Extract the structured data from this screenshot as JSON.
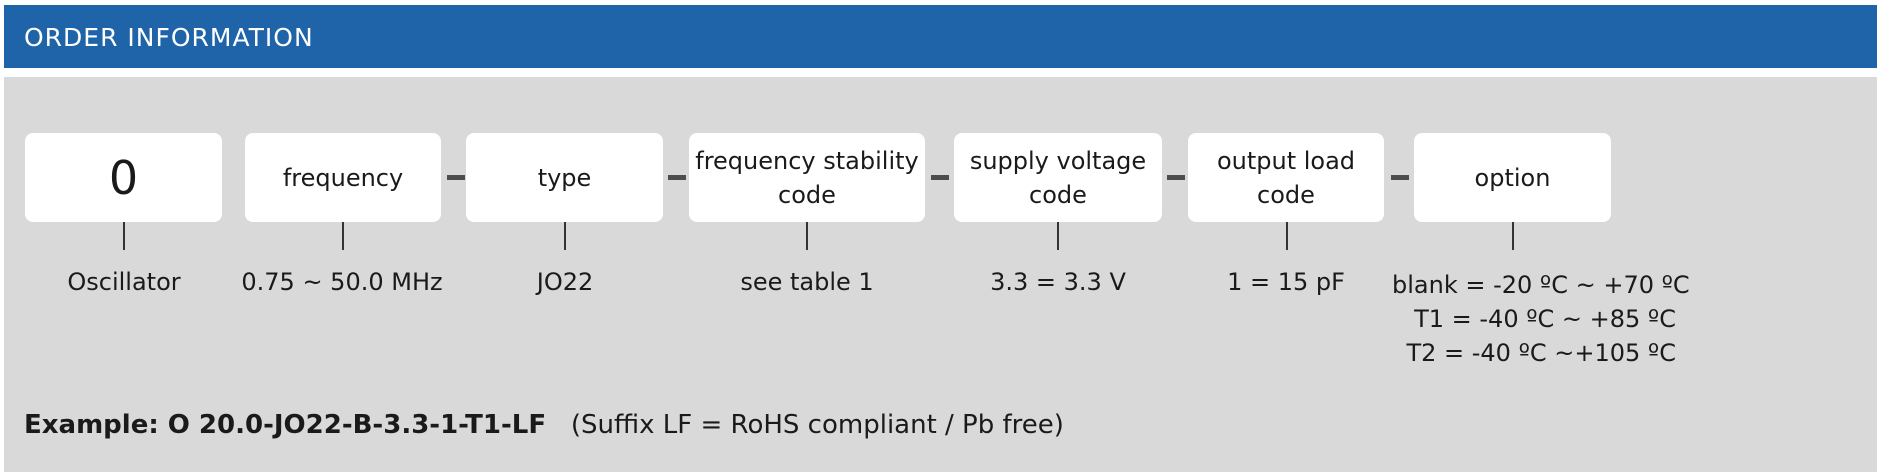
{
  "header": {
    "title": "ORDER INFORMATION"
  },
  "colors": {
    "header_bg": "#1f63a9",
    "panel_bg": "#d9d9d9",
    "box_bg": "#ffffff"
  },
  "code_fields": [
    {
      "label": "0",
      "description": "Oscillator"
    },
    {
      "label": "frequency",
      "description": "0.75 ~ 50.0 MHz"
    },
    {
      "label": "type",
      "description": "JO22"
    },
    {
      "label_lines": [
        "frequency stability",
        "code"
      ],
      "description": "see table 1"
    },
    {
      "label_lines": [
        "supply voltage",
        "code"
      ],
      "description": "3.3 = 3.3 V"
    },
    {
      "label_lines": [
        "output load",
        "code"
      ],
      "description": "1 = 15 pF"
    },
    {
      "label": "option",
      "description_lines": [
        "blank = -20 ºC ~  +70 ºC",
        "T1 = -40 ºC ~  +85 ºC",
        "T2 = -40 ºC ~+105 ºC"
      ]
    }
  ],
  "example": {
    "prefix": "Example: O 20.0-JO22-B-3.3-1-T1-LF",
    "suffix_note": "(Suffix LF = RoHS compliant / Pb free)"
  }
}
